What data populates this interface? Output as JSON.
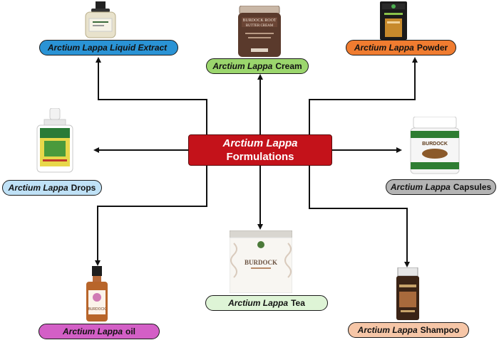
{
  "center": {
    "line1": "Arctium Lappa",
    "line2": "Formulations"
  },
  "nodes": [
    {
      "id": "liquid-extract",
      "italic": "Arctium Lappa Liquid Extract",
      "plain": "",
      "color": "#2a93d5"
    },
    {
      "id": "cream",
      "italic": "Arctium Lappa",
      "plain": "Cream",
      "color": "#9bd66d"
    },
    {
      "id": "powder",
      "italic": "Arctium Lappa",
      "plain": "Powder",
      "color": "#f07c30"
    },
    {
      "id": "drops",
      "italic": "Arctium Lappa",
      "plain": "Drops",
      "color": "#bfe1f6"
    },
    {
      "id": "capsules",
      "italic": "Arctium Lappa",
      "plain": "Capsules",
      "color": "#b4b4b4"
    },
    {
      "id": "tea",
      "italic": "Arctium Lappa",
      "plain": "Tea",
      "color": "#def4d6"
    },
    {
      "id": "oil",
      "italic": "Arctium Lappa",
      "plain": "oil",
      "color": "#d35fc6"
    },
    {
      "id": "shampoo",
      "italic": "Arctium Lappa",
      "plain": "Shampoo",
      "color": "#f6c6a7"
    }
  ],
  "product_labels": {
    "cream_jar": [
      "BURDOCK ROOT",
      "BUTTER CREAM"
    ],
    "capsules_bottle": "BURDOCK",
    "tea_tin": "BURDOCK",
    "oil_bottle": "BURDOCK"
  },
  "icons": [
    "extract-bottle-icon",
    "cream-jar-icon",
    "powder-pouch-icon",
    "drops-bottle-icon",
    "capsule-bottle-icon",
    "tea-tin-icon",
    "oil-bottle-icon",
    "shampoo-bottle-icon"
  ]
}
